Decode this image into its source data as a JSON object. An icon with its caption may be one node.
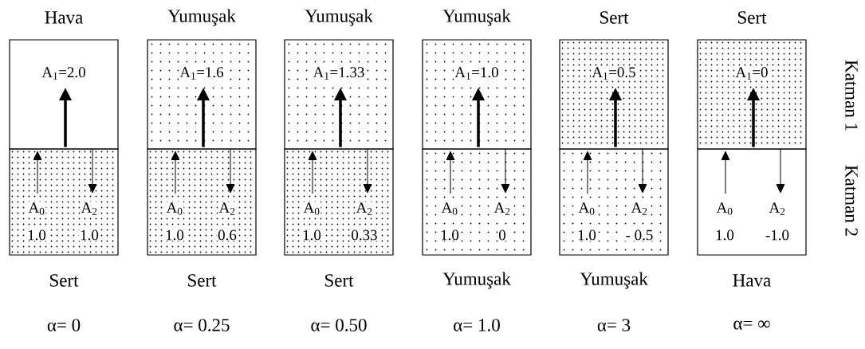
{
  "diagram": {
    "nodes": [
      {
        "text": [
          "A$_{1}$=2.0"
        ],
        "beside": [
          "Hava"
        ]
      },
      {
        "text": [
          "A$_{0}$",
          "A$_{2}$",
          "1.0",
          "1.0"
        ],
        "beside": [
          "Sert"
        ]
      },
      {
        "text": [
          "A$_{1}$=1.6"
        ],
        "beside": [
          "Yumuşak"
        ]
      },
      {
        "text": [
          "A$_{0}$",
          "A$_{2}$",
          "1.0",
          "0.6"
        ],
        "beside": [
          "Sert"
        ]
      },
      {
        "text": [
          "A$_{1}$=1.33"
        ],
        "beside": [
          "Yumuşak"
        ]
      },
      {
        "text": [
          "A$_{0}$",
          "A$_{2}$",
          "1.0",
          "0.33"
        ],
        "beside": [
          "Sert"
        ]
      },
      {
        "text": [
          "A$_{1}$=1.0"
        ],
        "beside": [
          "Yumuşak"
        ]
      },
      {
        "text": [
          "A$_{0}$",
          "A$_{2}$",
          "1.0",
          "0"
        ],
        "beside": [
          "Yumuşak"
        ]
      },
      {
        "text": [
          "A$_{1}$=0.5"
        ],
        "beside": [
          "Sert"
        ]
      },
      {
        "text": [
          "A$_{0}$",
          "A$_{2}$",
          "1.0",
          "- 0.5"
        ],
        "beside": [
          "Yumuşak"
        ]
      },
      {
        "text": [
          "A$_{1}$=0"
        ],
        "beside": [
          "Sert"
        ]
      },
      {
        "text": [
          "A$_{0}$",
          "A$_{2}$",
          "1.0",
          "-1.0"
        ],
        "beside": [
          "Hava"
        ]
      }
    ],
    "labels": [
      "α= 0",
      "α= 0.25",
      "α= 0.50",
      "α= 1.0",
      "α= 3",
      "α= ∞",
      "Katman 1",
      "Katman 2"
    ]
  }
}
